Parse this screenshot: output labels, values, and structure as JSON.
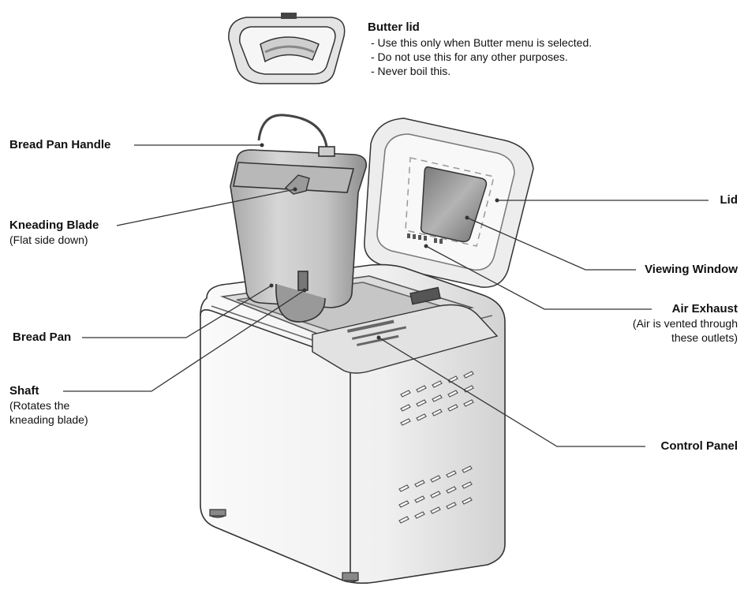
{
  "butter_lid": {
    "title": "Butter lid",
    "notes": [
      "- Use this only when Butter menu is selected.",
      "- Do not use this for any other purposes.",
      "- Never boil this."
    ]
  },
  "labels": {
    "bread_pan_handle": {
      "title": "Bread Pan Handle"
    },
    "kneading_blade": {
      "title": "Kneading Blade",
      "sub": [
        "(Flat side down)"
      ]
    },
    "bread_pan": {
      "title": "Bread Pan"
    },
    "shaft": {
      "title": "Shaft",
      "sub": [
        "(Rotates the",
        "kneading blade)"
      ]
    },
    "lid": {
      "title": "Lid"
    },
    "viewing_window": {
      "title": "Viewing Window"
    },
    "air_exhaust": {
      "title": "Air Exhaust",
      "sub": [
        "(Air is vented through",
        "these outlets)"
      ]
    },
    "control_panel": {
      "title": "Control Panel"
    }
  },
  "colors": {
    "line": "#333333",
    "body": "#f2f2f2",
    "shade": "#d8d8d8",
    "dark": "#888888",
    "window": "#9a9a9a"
  }
}
